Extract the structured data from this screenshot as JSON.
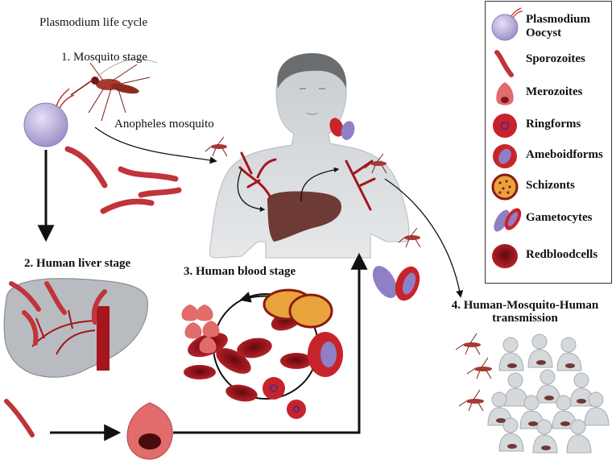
{
  "title": "Plasmodium life cycle",
  "stages": {
    "mosquito": "1. Mosquito stage",
    "liver": "2. Human liver stage",
    "blood": "3. Human blood stage",
    "transmission": "4. Human-Mosquito-Human transmission"
  },
  "annotations": {
    "anopheles": "Anopheles mosquito"
  },
  "legend": {
    "items": [
      {
        "label": "Plasmodium Oocyst",
        "icon": "oocyst-icon"
      },
      {
        "label": "Sporozoites",
        "icon": "sporozoite-icon"
      },
      {
        "label": "Merozoites",
        "icon": "merozoite-icon"
      },
      {
        "label": "Ringforms",
        "icon": "ringform-icon"
      },
      {
        "label": "Ameboidforms",
        "icon": "ameboidform-icon"
      },
      {
        "label": "Schizonts",
        "icon": "schizont-icon"
      },
      {
        "label": "Gametocytes",
        "icon": "gametocyte-icon"
      },
      {
        "label": "Redbloodcells",
        "icon": "red-blood-cell-icon"
      }
    ]
  },
  "colors": {
    "oocyst": "#b9aed8",
    "sporozoite": "#c0343a",
    "rbc": "#a5151c",
    "liver": "#6e3a35",
    "human": "#d6d9dc",
    "gametocyte": "#8f7fc4",
    "schizont": "#e9a33c",
    "arrow": "#111111"
  }
}
